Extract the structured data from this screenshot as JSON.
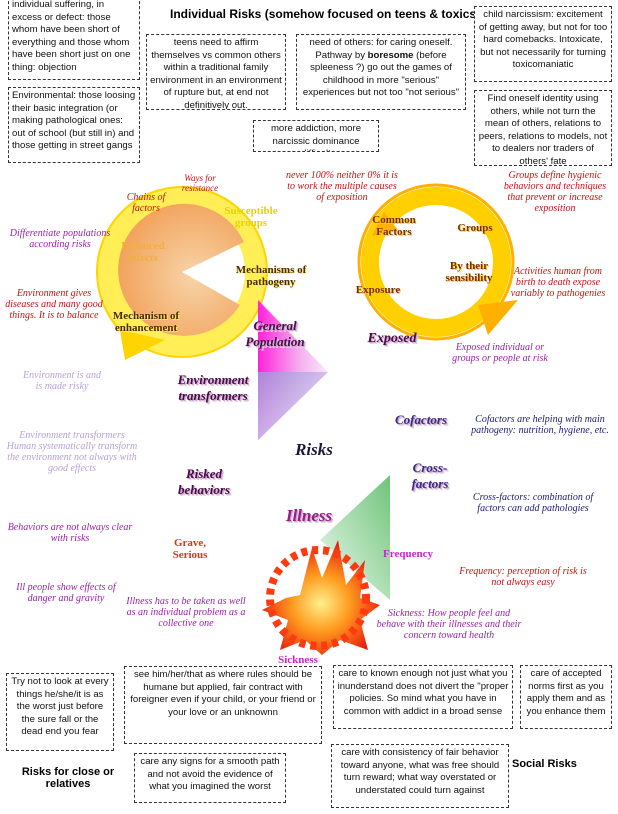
{
  "title": "Individual Risks (somehow focused on teens & toxics)",
  "boxes": {
    "suffering": "individual suffering, in excess or defect: those whom have been short of everything and those whom have been short just on one thing: objection",
    "environmental": "Environmental: those loosing their basic integration (or making pathological ones: out of school (but still in) and those getting in street gangs",
    "teens": "teens need to affirm themselves vs common others within a traditional family environment in  an environment of rupture but, at end not definitively out.",
    "need_a": "need of others:  for caring oneself. Pathway by ",
    "need_bold": "boresome",
    "need_b": " (before spleeness ?)  go out the games of childhood in more \"serious\" experiences but not too \"not serious\"",
    "addiction": "more addiction, more narcissic dominance difficult",
    "narcissism": "child narcissism: excitement of getting away, but not for too hard comebacks. Intoxicate, but not necessarily for turning toxicomaniatic",
    "identity": "Find oneself identity using others, while not turn the mean of others, relations to peers, relations to models, not to dealers nor traders of others' fate",
    "try": "Try not to look at every things he/she/it is as the worst just before the sure fall or the dead end you fear",
    "see": "see him/her/that as where rules should be humane but applied, fair contract with foreigner even if your child, or your friend or your love or an unknownn",
    "signs": "care any signs for a smooth path and not avoid the evidence of what you imagined the worst",
    "known": "care to known enough not just what you inunderstand does not divert the \"proper policies. So mind what you have in common with addict in a broad sense",
    "accepted": "care of accepted norms first as you apply them and as you enhance them",
    "consistency": "care with consistency of fair behavior toward anyone, what was free should turn reward; what way overstated or understated could turn against"
  },
  "footer": {
    "close": "Risks for close or relatives",
    "social": "Social Risks"
  },
  "labels": {
    "ways": "Ways for resistance",
    "chains": "Chains of factors",
    "susceptible": "Susceptible groups",
    "balanced": "Balanced effects",
    "mechanisms_path": "Mechanisms of pathogeny",
    "mechanism_enh": "Mechanism of enhancement",
    "never": "never 100% neither 0% it is to work the multiple causes of exposition",
    "common": "Common Factors",
    "groups": "Groups",
    "sensibility": "By their sensibility",
    "exposure": "Exposure",
    "groups_define": "Groups  define hygienic behaviors and techniques that prevent or increase exposition",
    "activities": "Activities human from birth to death expose variably to pathogenies",
    "differentiate": "Differentiate populations according risks",
    "env_gives": "Environment gives diseases and many good things. It is to balance",
    "env_risky": "Environment is and is made risky",
    "env_transformers_text": "Environment transformers Human systematically transform the environment not always with good effects",
    "behaviors_clear": "Behaviors are not always clear with risks",
    "ill_people": "Ill people show effects of danger and gravity",
    "illness_taken": "Illness has to be taken as well as an individual problem as a collective one",
    "exposed_ind": "Exposed individual or groups or people at risk",
    "cofactors_help": "Cofactors are helping with main pathogeny: nutrition, hygiene, etc.",
    "crossfactors_comb": "Cross-factors: combination of factors can add pathologies",
    "frequency_perc": "Frequency: perception of risk is not always easy",
    "sickness_feel": "Sickness:  How people feel and behave with their illnesses and their concern toward health",
    "grave": "Grave, Serious",
    "frequency": "Frequency",
    "sickness": "Sickness"
  },
  "big": {
    "general": "General Population",
    "exposed": "Exposed",
    "environment": "Environment transformers",
    "risks": "Risks",
    "risked": "Risked behaviors",
    "illness": "Illness",
    "cofactors": "Cofactors",
    "cross": "Cross-factors"
  }
}
